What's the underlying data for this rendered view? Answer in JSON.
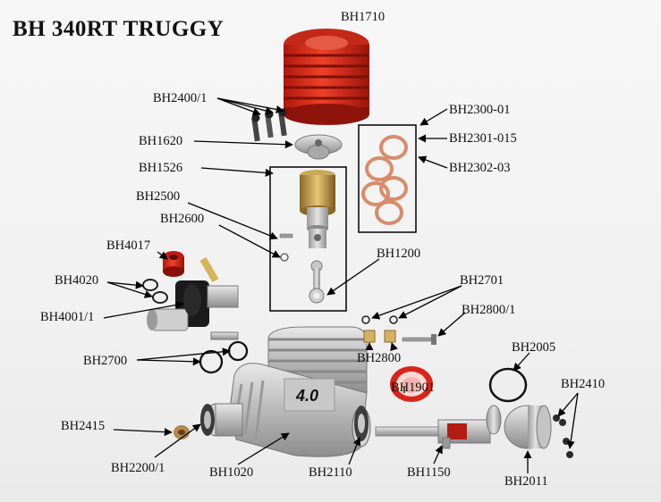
{
  "title": "BH 340RT  TRUGGY",
  "engine_marking": "4.0",
  "parts": {
    "bh1710": "BH1710",
    "bh2400_1": "BH2400/1",
    "bh1620": "BH1620",
    "bh1526": "BH1526",
    "bh2500": "BH2500",
    "bh2600": "BH2600",
    "bh4017": "BH4017",
    "bh4020": "BH4020",
    "bh4001_1": "BH4001/1",
    "bh2700": "BH2700",
    "bh2415": "BH2415",
    "bh2200_1": "BH2200/1",
    "bh1020": "BH1020",
    "bh2110": "BH2110",
    "bh1150": "BH1150",
    "bh2011": "BH2011",
    "bh2410": "BH2410",
    "bh2005": "BH2005",
    "bh1901": "BH1901",
    "bh2800": "BH2800",
    "bh2800_1": "BH2800/1",
    "bh2701": "BH2701",
    "bh1200": "BH1200",
    "bh2300_01": "BH2300-01",
    "bh2301_015": "BH2301-015",
    "bh2302_03": "BH2302-03"
  }
}
